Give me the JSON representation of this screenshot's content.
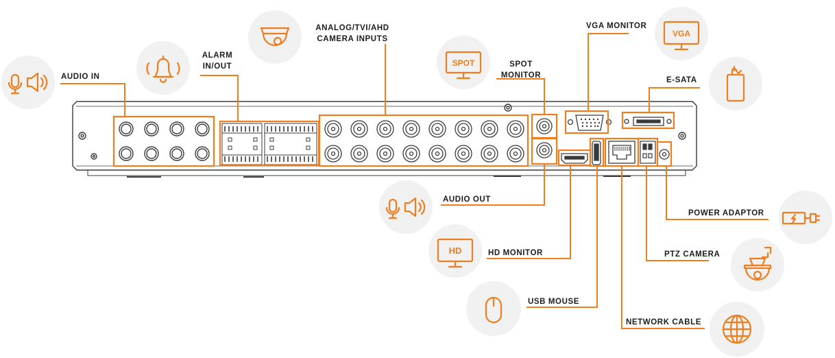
{
  "colors": {
    "accent": "#ee7d1e",
    "device": "#3a3a3a",
    "icon_bg": "#f1f1f1",
    "text": "#1c1c1c"
  },
  "labels": {
    "audio_in": "AUDIO IN",
    "alarm_line1": "ALARM",
    "alarm_line2": "IN/OUT",
    "camera_line1": "ANALOG/TVI/AHD",
    "camera_line2": "CAMERA INPUTS",
    "spot_line1": "SPOT",
    "spot_line2": "MONITOR",
    "vga_monitor": "VGA MONITOR",
    "esata": "E-SATA",
    "audio_out": "AUDIO OUT",
    "hd_monitor": "HD MONITOR",
    "usb_mouse": "USB MOUSE",
    "network_cable": "NETWORK CABLE",
    "power_adaptor": "POWER ADAPTOR",
    "ptz_camera": "PTZ CAMERA"
  },
  "icon_text": {
    "spot": "SPOT",
    "vga": "VGA",
    "hd": "HD"
  },
  "icons": [
    "microphone-speaker-icon",
    "alarm-bell-icon",
    "dome-camera-icon",
    "spot-monitor-icon",
    "vga-monitor-icon",
    "esata-drive-icon",
    "microphone-speaker-icon",
    "hd-monitor-icon",
    "mouse-icon",
    "globe-icon",
    "power-adaptor-icon",
    "ptz-camera-icon"
  ]
}
